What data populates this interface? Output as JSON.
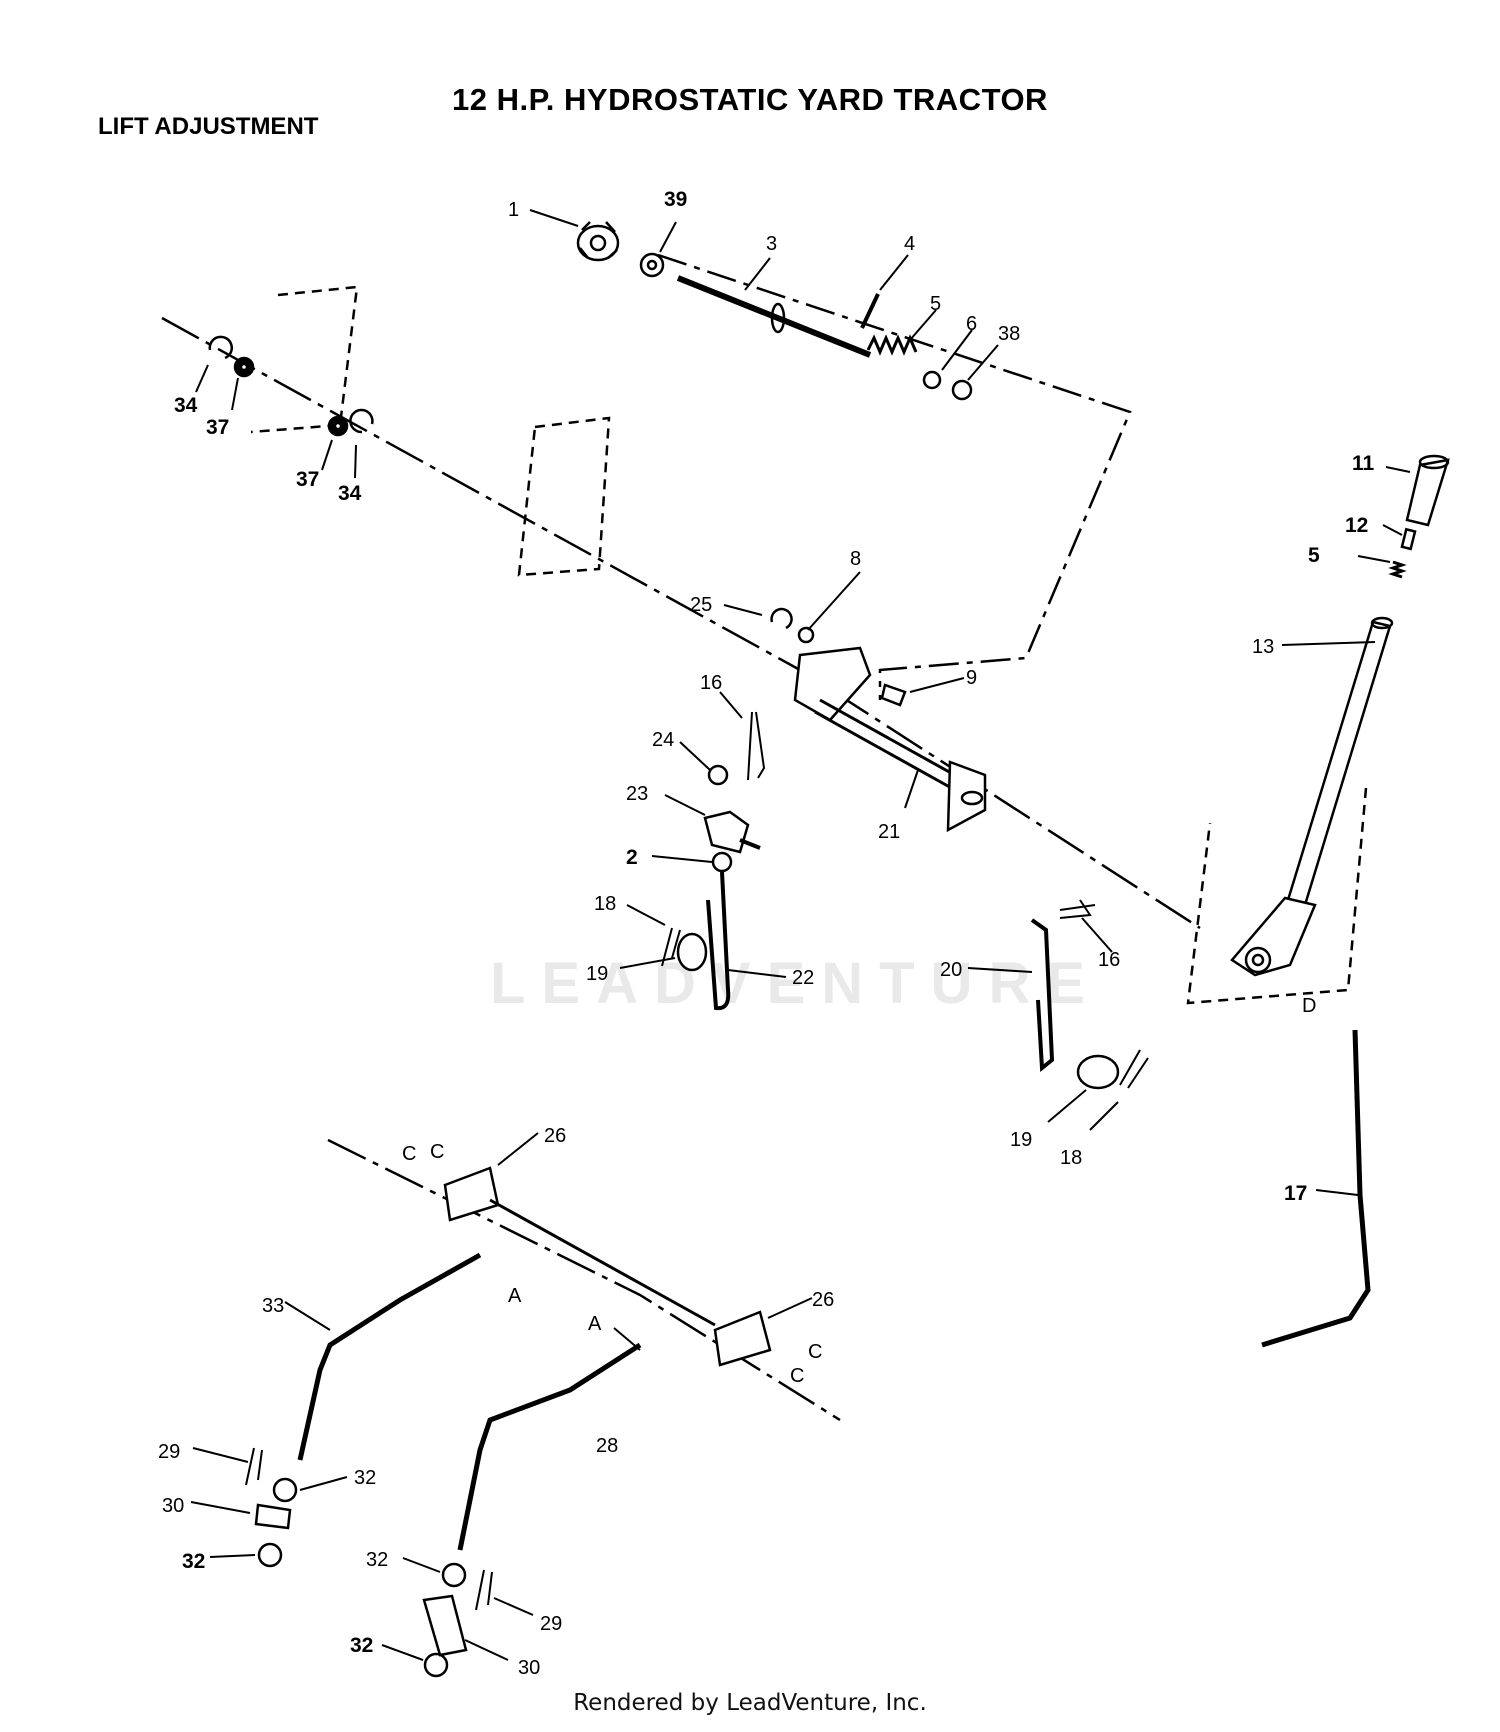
{
  "title": "12  H.P. HYDROSTATIC YARD TRACTOR",
  "subtitle": "LIFT ADJUSTMENT",
  "watermark": "LEADVENTURE",
  "footer": "Rendered by LeadVenture, Inc.",
  "callouts": [
    "1",
    "39",
    "3",
    "4",
    "5",
    "6",
    "38",
    "34",
    "37",
    "37",
    "34",
    "11",
    "12",
    "5",
    "8",
    "25",
    "9",
    "13",
    "16",
    "24",
    "23",
    "21",
    "2",
    "18",
    "19",
    "22",
    "20",
    "16",
    "D",
    "19",
    "18",
    "17",
    "26",
    "C",
    "C",
    "A",
    "33",
    "26",
    "A",
    "C",
    "C",
    "28",
    "29",
    "32",
    "30",
    "32",
    "32",
    "29",
    "32",
    "30"
  ]
}
